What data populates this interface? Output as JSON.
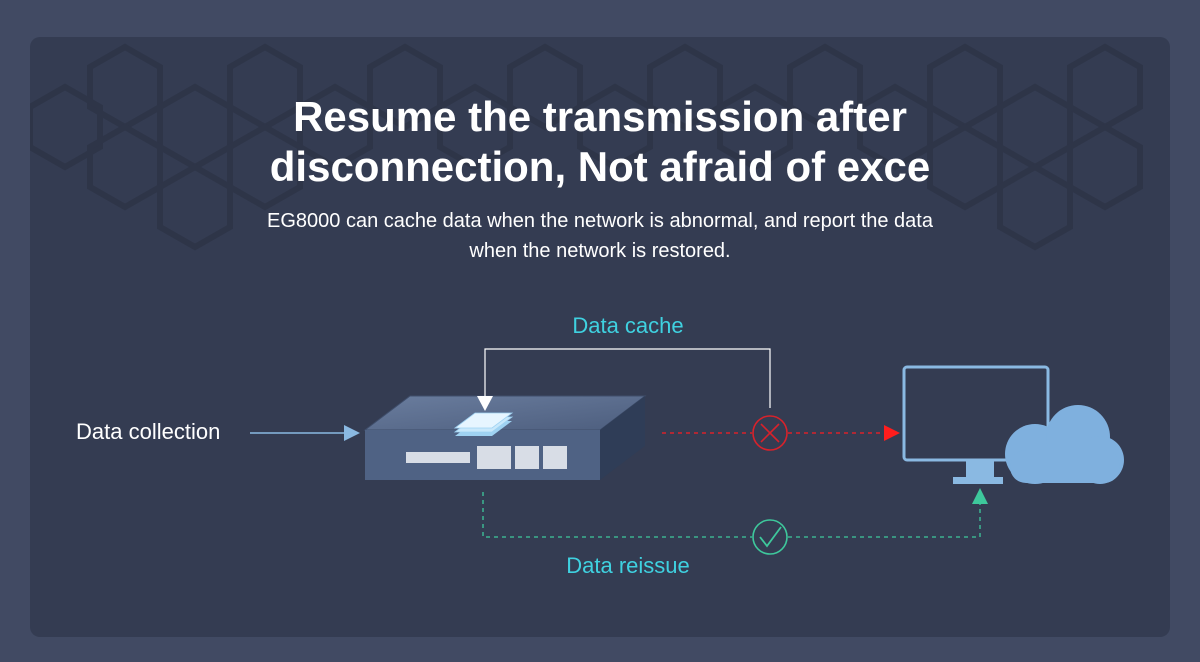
{
  "header": {
    "title_line1": "Resume the transmission after",
    "title_line2": "disconnection, Not afraid of exce",
    "subtitle_line1": "EG8000 can cache data when the network is abnormal, and report the data",
    "subtitle_line2": "when the network is restored."
  },
  "diagram": {
    "data_collection_label": "Data collection",
    "data_cache_label": "Data cache",
    "data_reissue_label": "Data reissue"
  },
  "colors": {
    "page_bg": "#414a63",
    "panel_bg": "#343c52",
    "accent_cyan": "#3fd1e0",
    "accent_green": "#3ec89c",
    "error_red": "#d8222b",
    "device_light_blue": "#8ab9e2"
  },
  "icons": [
    "gateway-device-icon",
    "data-stack-icon",
    "error-x-icon",
    "check-icon",
    "monitor-icon",
    "cloud-icon"
  ]
}
